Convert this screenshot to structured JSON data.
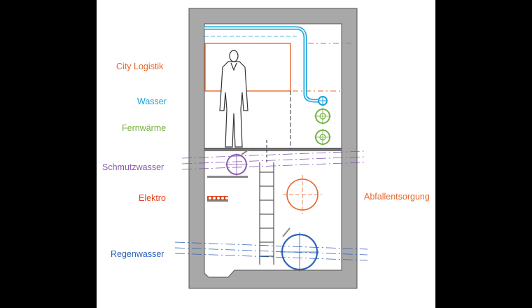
{
  "labels": {
    "city_logistik": "City Logistik",
    "wasser": "Wasser",
    "fernwaerme": "Fernwärme",
    "schmutzwasser": "Schmutzwasser",
    "elektro": "Elektro",
    "regenwasser": "Regenwasser",
    "abfallentsorgung": "Abfallentsorgung"
  },
  "colors": {
    "city_logistik": "#e8672a",
    "wasser": "#1aa3d9",
    "fernwaerme": "#76b043",
    "schmutzwasser": "#8a5bb0",
    "elektro": "#e0441f",
    "regenwasser": "#2f62b8",
    "abfallentsorgung": "#e8672a",
    "structure": "#8a8a8a",
    "line": "#333333"
  }
}
